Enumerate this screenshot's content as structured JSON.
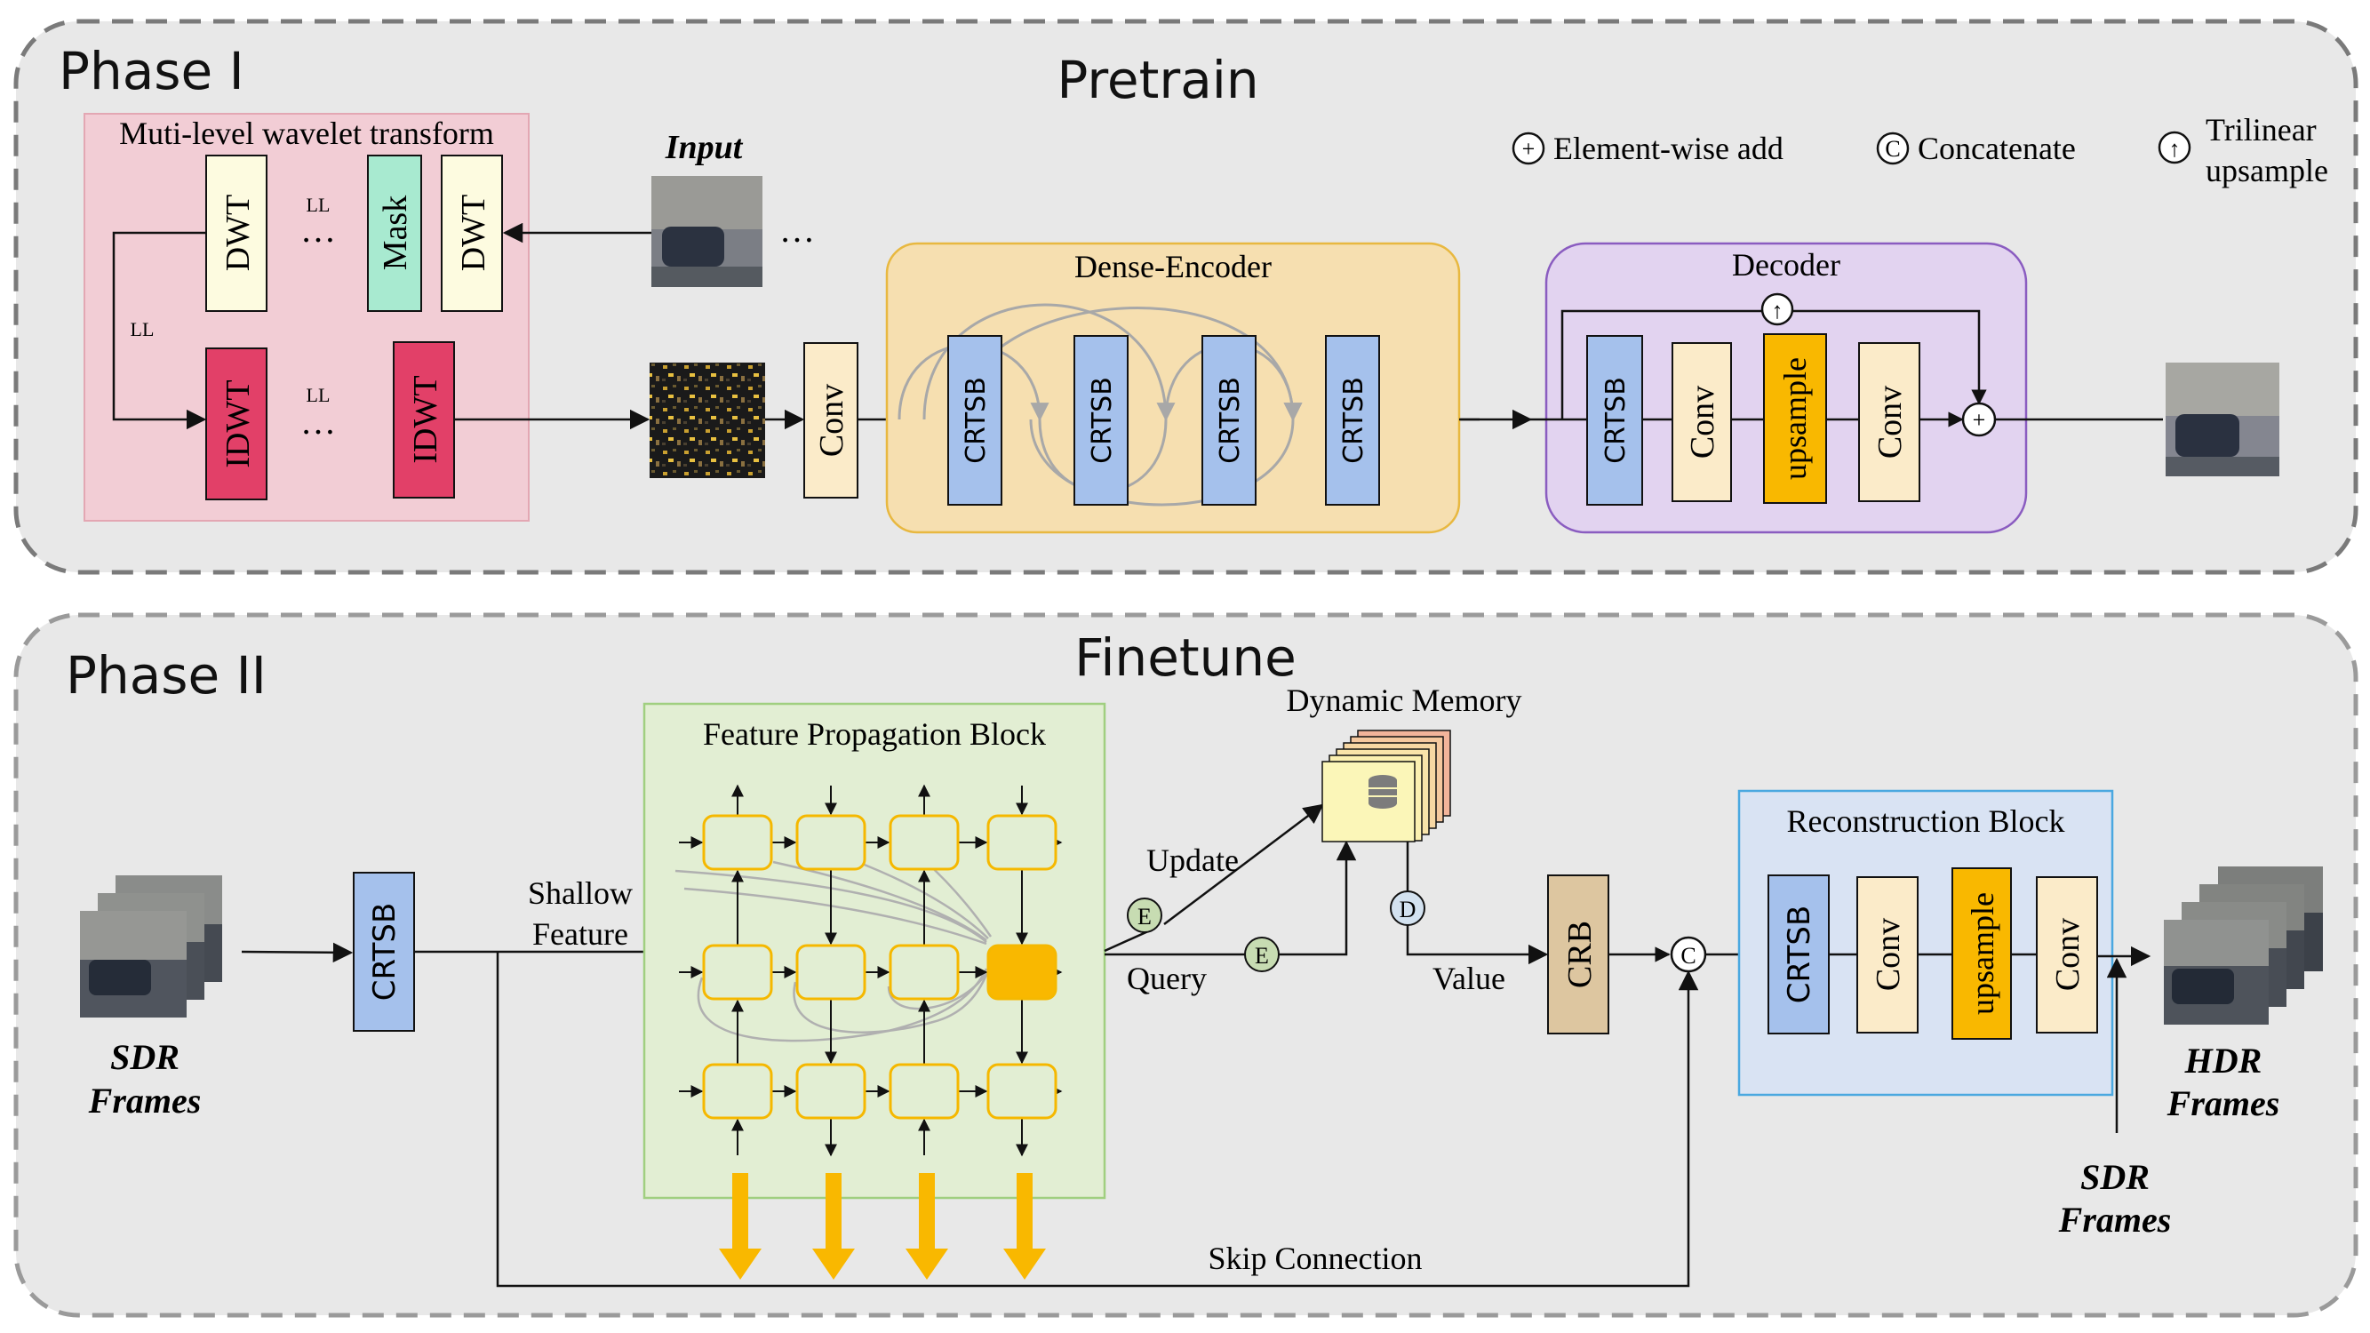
{
  "phase1": {
    "label": "Phase I",
    "title": "Pretrain",
    "wavelet_title": "Muti-level wavelet transform",
    "input_label": "Input",
    "dwt": "DWT",
    "idwt": "IDWT",
    "mask": "Mask",
    "ll": "LL",
    "dots": "…",
    "conv": "Conv",
    "dense_encoder": "Dense-Encoder",
    "crtsb": "CRTSB",
    "decoder": "Decoder",
    "upsample": "upsample",
    "legend": {
      "add_symbol": "+",
      "add_label": "Element-wise add",
      "concat_symbol": "C",
      "concat_label": "Concatenate",
      "up_symbol": "↑",
      "up_label_1": "Trilinear",
      "up_label_2": "upsample"
    }
  },
  "phase2": {
    "label": "Phase II",
    "title": "Finetune",
    "sdr_frames_1": "SDR",
    "sdr_frames_2": "Frames",
    "hdr_frames_1": "HDR",
    "hdr_frames_2": "Frames",
    "crtsb": "CRTSB",
    "shallow_1": "Shallow",
    "shallow_2": "Feature",
    "fpb_title": "Feature Propagation Block",
    "dynamic_memory": "Dynamic Memory",
    "update": "Update",
    "query": "Query",
    "value": "Value",
    "e": "E",
    "d": "D",
    "crb": "CRB",
    "concat": "C",
    "recon_title": "Reconstruction Block",
    "conv": "Conv",
    "upsample": "upsample",
    "skip": "Skip Connection"
  },
  "colors": {
    "phase_bg": "#e8e8e8",
    "phase_border": "#7a7a7a",
    "wavelet_bg": "#f2cdd5",
    "dwt_fill": "#fdfbe0",
    "idwt_fill": "#e24068",
    "mask_fill": "#a8ead0",
    "conv_fill": "#fbebc9",
    "crtsb_fill": "#a5c1ec",
    "encoder_bg": "#f6dfb0",
    "encoder_border": "#e8b840",
    "decoder_bg": "#e2d3f0",
    "decoder_border": "#8a5cc0",
    "upsample_fill": "#f9b800",
    "fpb_bg": "#e2eed3",
    "fpb_border": "#a0cf80",
    "cell_border": "#f5b800",
    "recon_bg": "#d9e3f3",
    "recon_border": "#4aa8e0",
    "crb_fill": "#ddc6a0",
    "memory_fill": "#fbf6b8",
    "orange_arrow": "#f9b800"
  }
}
